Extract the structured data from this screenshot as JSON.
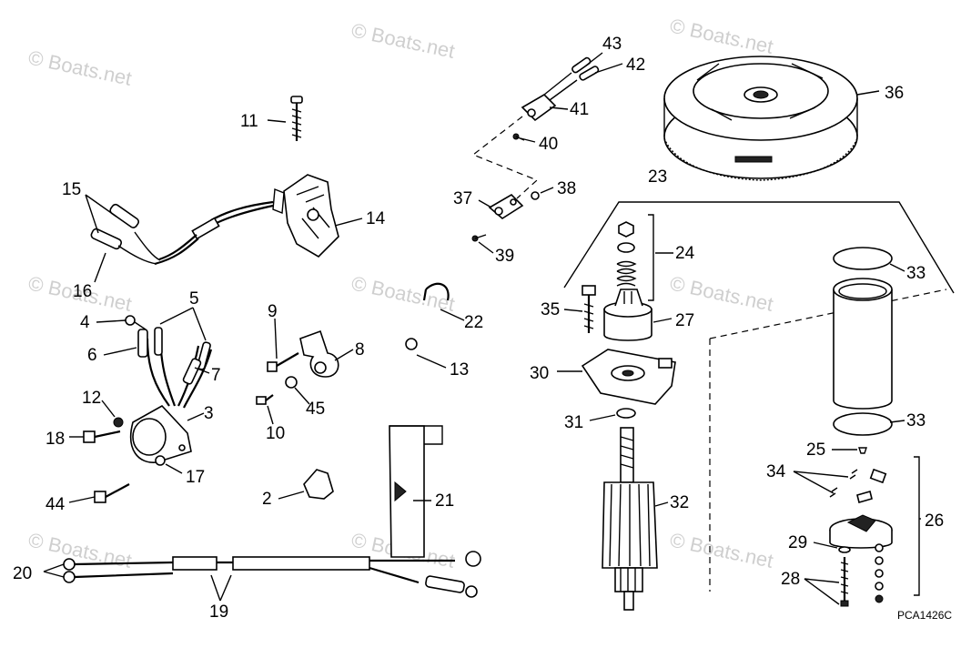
{
  "watermark": "© Boats.net",
  "diagram_code": "PCA1426C",
  "callouts": {
    "c2": "2",
    "c3": "3",
    "c4": "4",
    "c5": "5",
    "c6": "6",
    "c7": "7",
    "c8": "8",
    "c9": "9",
    "c10": "10",
    "c11": "11",
    "c12": "12",
    "c13": "13",
    "c14": "14",
    "c15": "15",
    "c16": "16",
    "c17": "17",
    "c18": "18",
    "c19": "19",
    "c20": "20",
    "c21": "21",
    "c22": "22",
    "c23": "23",
    "c24": "24",
    "c25": "25",
    "c26": "26",
    "c27": "27",
    "c28": "28",
    "c29": "29",
    "c30": "30",
    "c31": "31",
    "c32": "32",
    "c33a": "33",
    "c33b": "33",
    "c34": "34",
    "c35": "35",
    "c36": "36",
    "c37": "37",
    "c38": "38",
    "c39": "39",
    "c40": "40",
    "c41": "41",
    "c42": "42",
    "c43": "43",
    "c44": "44",
    "c45": "45"
  }
}
